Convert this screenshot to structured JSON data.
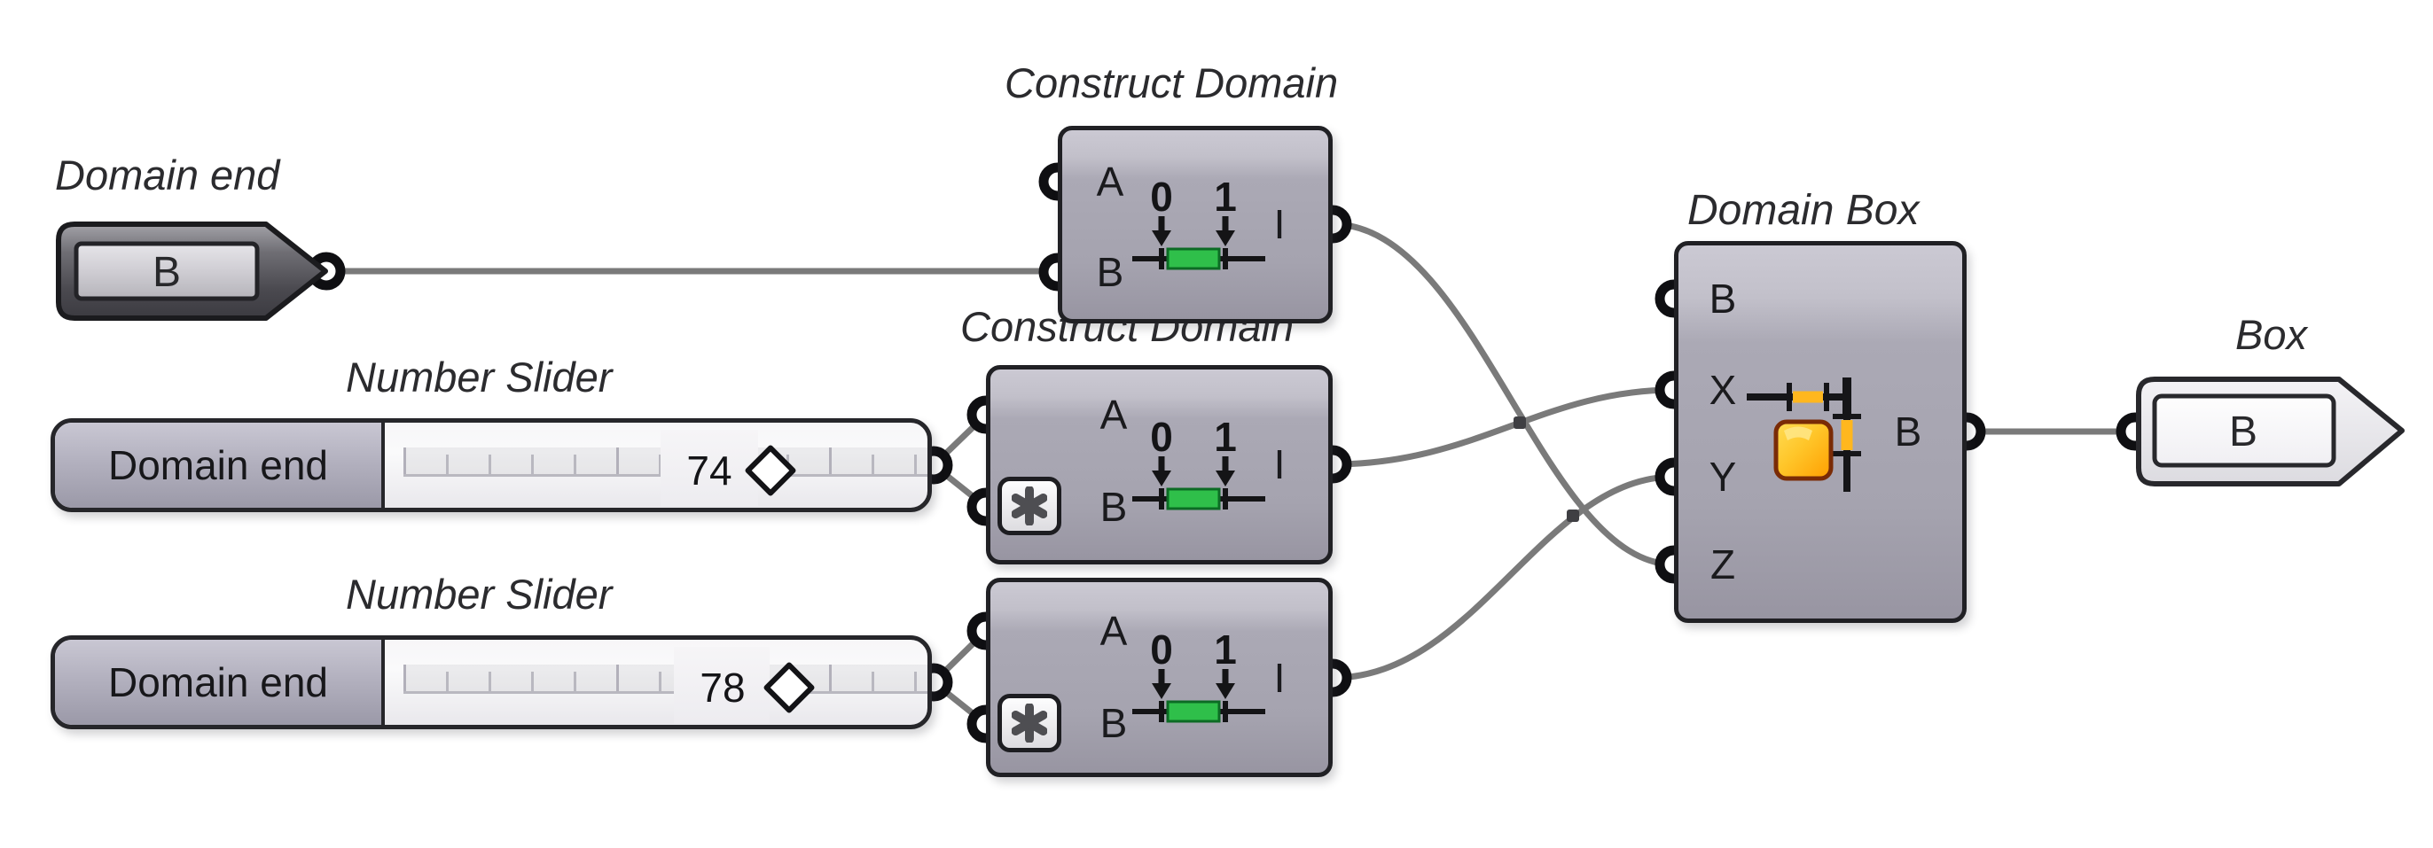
{
  "canvas": {
    "background": "#ffffff"
  },
  "theme": {
    "wire_color": "#7a7a7a",
    "port_ring_color": "#0f0f12",
    "component_border": "#202024",
    "component_fill": "#a8a6b2",
    "green_bar": "#2fbf4a",
    "cube_yellow": "#ffc62a",
    "label_color": "#2b2b2e"
  },
  "domain_end_param": {
    "nickname": "Domain end",
    "value": "B"
  },
  "construct_domain": {
    "nickname": "Construct Domain",
    "input_a": "A",
    "input_b": "B",
    "output_i": "I",
    "icon_digit_0": "0",
    "icon_digit_1": "1"
  },
  "sliders": [
    {
      "nickname": "Number Slider",
      "name": "Domain end",
      "value": "74"
    },
    {
      "nickname": "Number Slider",
      "name": "Domain end",
      "value": "78"
    }
  ],
  "domain_box": {
    "nickname": "Domain Box",
    "input_b": "B",
    "input_x": "X",
    "input_y": "Y",
    "input_z": "Z",
    "output_b": "B"
  },
  "box_param": {
    "nickname": "Box",
    "value": "B"
  }
}
